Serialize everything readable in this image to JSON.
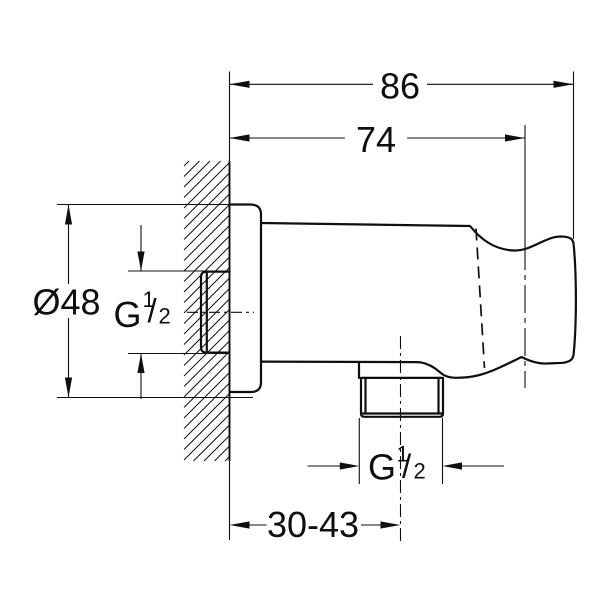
{
  "drawing": {
    "description": "Technical dimension drawing of a wall-mounted shower outlet elbow with hand shower holder, shown in side view against a hatched wall section",
    "colors": {
      "line": "#0f0f0f",
      "background": "#ffffff"
    },
    "dimensions": {
      "overall_width": "86",
      "wall_to_holder_center": "74",
      "escutcheon_diameter": "Ø48",
      "wall_clearance_range": "30-43"
    },
    "thread_labels": {
      "inlet": {
        "letter": "G",
        "numerator": "1",
        "divider": "/",
        "denominator": "2"
      },
      "outlet": {
        "letter": "G",
        "numerator": "1",
        "divider": "/",
        "denominator": "2"
      }
    }
  }
}
